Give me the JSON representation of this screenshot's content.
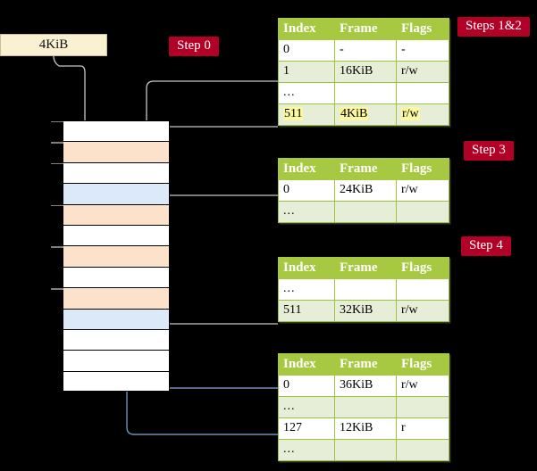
{
  "title": "Multi-level page table walk diagram",
  "memory_label": {
    "text": "4KiB"
  },
  "badges": {
    "step0": "Step 0",
    "steps12": "Steps 1&2",
    "step3": "Step 3",
    "step4": "Step 4"
  },
  "tables": [
    {
      "id": "table-steps-1-2",
      "headers": [
        "Index",
        "Frame",
        "Flags"
      ],
      "rows": [
        {
          "cells": [
            "0",
            "-",
            "-"
          ],
          "style": "plain",
          "highlight": false
        },
        {
          "cells": [
            "1",
            "16KiB",
            "r/w"
          ],
          "style": "alt",
          "highlight": false
        },
        {
          "cells": [
            "...",
            "",
            ""
          ],
          "style": "plain",
          "highlight": false
        },
        {
          "cells": [
            "511",
            "4KiB",
            "r/w"
          ],
          "style": "alt",
          "highlight": true
        }
      ]
    },
    {
      "id": "table-step-3",
      "headers": [
        "Index",
        "Frame",
        "Flags"
      ],
      "rows": [
        {
          "cells": [
            "0",
            "24KiB",
            "r/w"
          ],
          "style": "plain",
          "highlight": false
        },
        {
          "cells": [
            "...",
            "",
            ""
          ],
          "style": "alt",
          "highlight": false
        }
      ]
    },
    {
      "id": "table-step-4",
      "headers": [
        "Index",
        "Frame",
        "Flags"
      ],
      "rows": [
        {
          "cells": [
            "...",
            "",
            ""
          ],
          "style": "plain",
          "highlight": false
        },
        {
          "cells": [
            "511",
            "32KiB",
            "r/w"
          ],
          "style": "alt",
          "highlight": false
        }
      ]
    },
    {
      "id": "table-bottom",
      "headers": [
        "Index",
        "Frame",
        "Flags"
      ],
      "rows": [
        {
          "cells": [
            "0",
            "36KiB",
            "r/w"
          ],
          "style": "plain",
          "highlight": false
        },
        {
          "cells": [
            "...",
            "",
            ""
          ],
          "style": "alt",
          "highlight": false
        },
        {
          "cells": [
            "127",
            "12KiB",
            "r"
          ],
          "style": "plain",
          "highlight": false
        },
        {
          "cells": [
            "...",
            "",
            ""
          ],
          "style": "alt",
          "highlight": false
        }
      ]
    }
  ],
  "memory_blocks": [
    {
      "fill": "white",
      "tick": true
    },
    {
      "fill": "orange",
      "tick": true
    },
    {
      "fill": "white",
      "tick": true
    },
    {
      "fill": "blue",
      "tick": false
    },
    {
      "fill": "orange",
      "tick": true
    },
    {
      "fill": "white",
      "tick": false
    },
    {
      "fill": "orange",
      "tick": true
    },
    {
      "fill": "white",
      "tick": false
    },
    {
      "fill": "orange",
      "tick": true
    },
    {
      "fill": "blue",
      "tick": false
    },
    {
      "fill": "white",
      "tick": false
    },
    {
      "fill": "white",
      "tick": false
    },
    {
      "fill": "white",
      "tick": false
    }
  ],
  "colors": {
    "badge_background": "#B30026",
    "badge_text": "#FFFFFF",
    "table_header": "#A7C942",
    "table_alt_row": "#E7EED8",
    "highlight": "#FBF8A0",
    "block_orange": "#FCE2CB",
    "block_blue": "#DCE9F8",
    "label_box": "#FAF0D2",
    "gray_wire": "#C8C8C8",
    "blue_wire": "#6E8FB8",
    "background": "#000000"
  }
}
